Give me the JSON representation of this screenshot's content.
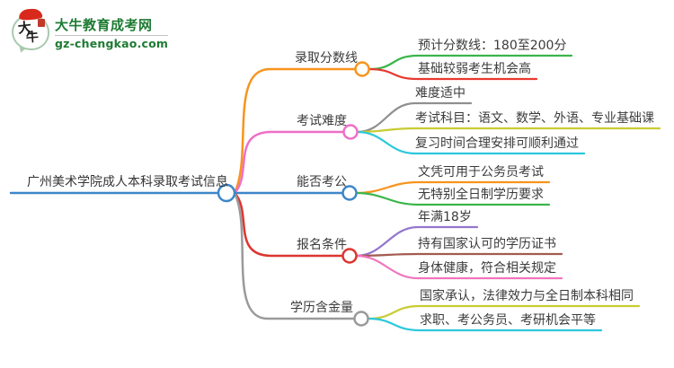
{
  "logo": {
    "site_name": "大牛教育成考网",
    "site_url": "gz-chengkao.com",
    "brand_color": "#1e7b33",
    "icon": "daniu-speech-bubble-seal"
  },
  "mindmap": {
    "root": {
      "label": "广州美术学院成人本科录取考试信息",
      "color": "#3e86c8"
    },
    "branches": [
      {
        "label": "录取分数线",
        "color": "#f7941e",
        "children": [
          {
            "label": "预计分数线：180至200分",
            "color": "#3bb54a"
          },
          {
            "label": "基础较弱考生机会高",
            "color": "#e8382f"
          }
        ]
      },
      {
        "label": "考试难度",
        "color": "#ee6fc8",
        "children": [
          {
            "label": "难度适中",
            "color": "#8f8f8f"
          },
          {
            "label": "考试科目：语文、数学、外语、专业基础课",
            "color": "#c8cc33"
          },
          {
            "label": "复习时间合理安排可顺利通过",
            "color": "#2bc8dc"
          }
        ]
      },
      {
        "label": "能否考公",
        "color": "#3e86c8",
        "children": [
          {
            "label": "文凭可用于公务员考试",
            "color": "#f7941e"
          },
          {
            "label": "无特别全日制学历要求",
            "color": "#3bb54a"
          }
        ]
      },
      {
        "label": "报名条件",
        "color": "#dd3530",
        "children": [
          {
            "label": "年满18岁",
            "color": "#9477ce"
          },
          {
            "label": "持有国家认可的学历证书",
            "color": "#a35b50"
          },
          {
            "label": "身体健康，符合相关规定",
            "color": "#f075be"
          }
        ]
      },
      {
        "label": "学历含金量",
        "color": "#9a9a9a",
        "children": [
          {
            "label": "国家承认，法律效力与全日制本科相同",
            "color": "#c8cc33"
          },
          {
            "label": "求职、考公务员、考研机会平等",
            "color": "#2bc8dc"
          }
        ]
      }
    ]
  }
}
